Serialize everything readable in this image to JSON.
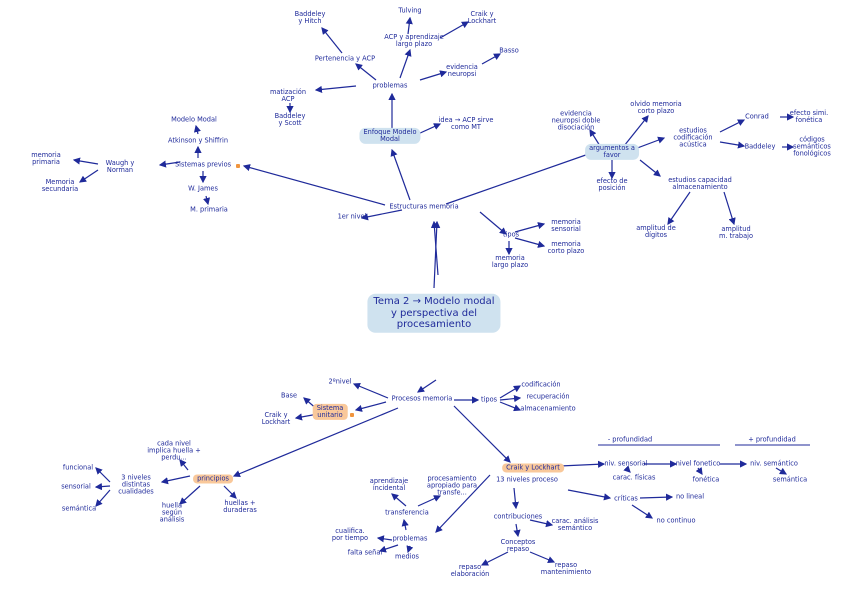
{
  "title": "Tema 2 → Modelo modal\ny perspectiva del\nprocesamiento",
  "nodes": {
    "estructuras": "Estructuras memoria",
    "nivel1_top": "1er nivel",
    "sistemas_previos": "Sistemas previos",
    "atkinson": "Atkinson y Shiffrin",
    "modelo_modal_lbl": "Modelo Modal",
    "waugh": "Waugh y\nNorman",
    "mem_primaria": "memoria\nprimaria",
    "mem_secundaria": "Memoria\nsecundaria",
    "wjames": "W. James",
    "m_primaria": "M. primaria",
    "enfoque": "Enfoque Modelo\nModal",
    "idea_acp": "idea → ACP sirve\ncomo MT",
    "problemas_top": "problemas",
    "matizacion": "matización\nACP",
    "baddeley_scott": "Baddeley\ny Scott",
    "pertenencia": "Pertenencia y ACP",
    "baddeley_hitch": "Baddeley\ny Hitch",
    "tulving": "Tulving",
    "acp_largo": "ACP y aprendizaje\nlargo plazo",
    "craik_lockhart_top": "Craik y\nLockhart",
    "evidencia_neuro": "evidencia\nneuropsi",
    "basso": "Basso",
    "argumentos": "argumentos a\nfavor",
    "evidencia_neuro2": "evidencia\nneuropsi doble\ndisociación",
    "efecto_pos": "efecto de\nposición",
    "olvido": "olvido memoria\ncorto plazo",
    "estudios_cod": "estudios\ncodificación\nacústica",
    "conrad": "Conrad",
    "efecto_sim": "efecto simi.\nfonética",
    "baddeley2": "Baddeley",
    "codigos": "códigos\nsemánticos\nfonológicos",
    "estudios_cap": "estudios capacidad\nalmacenamiento",
    "amplitud_digitos": "amplitud de\ndígitos",
    "amplitud_mt": "amplitud\nm. trabajo",
    "tipos_top": "tipos",
    "mem_sensorial": "memoria\nsensorial",
    "mem_corto": "memoria\ncorto plazo",
    "mem_largo": "memoria\nlargo plazo",
    "procesos": "Procesos memoria",
    "nivel2": "2ºnivel",
    "base": "Base",
    "sust_unitario": "Sistema\nunitario",
    "craik_lockhart_mid": "Craik y\nLockhart",
    "tipos_bot": "tipos",
    "codificacion": "codificación",
    "recuperacion": "recuperación",
    "almacenamiento": "almacenamiento",
    "principios": "principios",
    "cada_nivel": "cada nivel\nimplica huella +\nperdu...",
    "funcional": "funcional",
    "sensorial": "sensorial",
    "semantica": "semántica",
    "niveles_cualidades": "3 niveles\ndistintas\ncualidades",
    "huella": "huella\nsegún\nanálisis",
    "huellas_duraderas": "huellas +\nduraderas",
    "craik_lockhart_bot": "Craik y Lockhart",
    "niveles_proc": "13 niveles proceso",
    "aprendizaje": "aprendizaje\nincidental",
    "procesamiento_ap": "procesamiento\napropiado para\ntransfe...",
    "transferencia": "transferencia",
    "problemas_bot": "problemas",
    "cualif": "cualifica.\npor tiempo",
    "falta_senal": "falta señal",
    "medios": "medios",
    "contribuciones": "contribuciones",
    "conceptos_repaso": "Conceptos\nrepaso",
    "carac_analisis": "carac. análisis\nsemántico",
    "repaso_elab": "repaso\nelaboración",
    "repaso_mant": "repaso\nmantenimiento",
    "criticas": "críticas",
    "no_lineal": "no lineal",
    "no_continuo": "no continuo",
    "menos_prof": "- profundidad",
    "mas_prof": "+ profundidad",
    "nivel_sensorial": "niv. sensorial",
    "nivel_fonetico": "nivel fonetico",
    "nivel_semantico": "niv. semántico",
    "caract_fisicas": "carac. físicas",
    "fonetica": "fonética",
    "semantica_bot": "semántica"
  },
  "colors": {
    "ink": "#1f2a9a",
    "blue_highlight": "#cfe2ef",
    "orange_highlight": "#f9c89a",
    "orange_mark": "#f0953e"
  }
}
